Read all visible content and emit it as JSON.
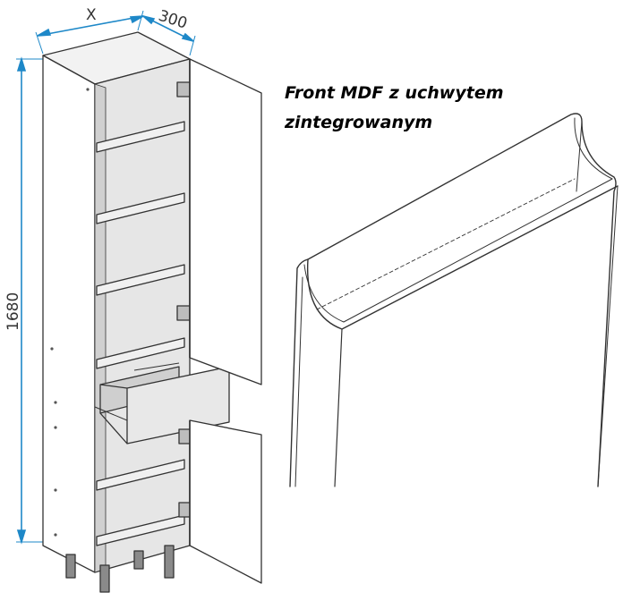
{
  "dimensions": {
    "width_label": "X",
    "depth_label": "300",
    "height_label": "1680"
  },
  "caption": {
    "line1": "Front MDF z uchwytem",
    "line2": "zintegrowanym"
  },
  "colors": {
    "dimension_line": "#1e88c8",
    "outline": "#333333",
    "panel_white": "#ffffff",
    "interior_gray": "#e4e4e4",
    "shelf_face": "#d9d9d9",
    "leg_gray": "#8a8a8a"
  }
}
